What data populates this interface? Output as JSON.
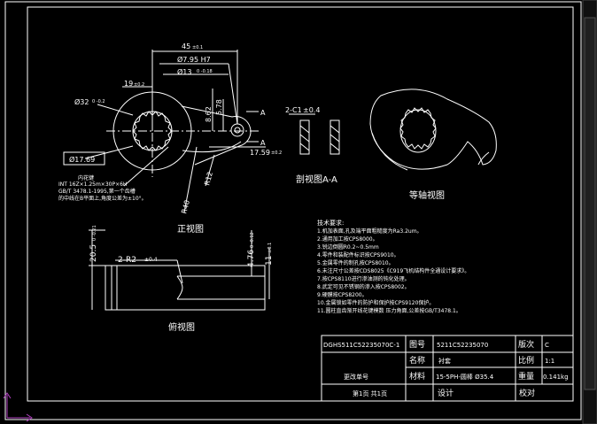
{
  "views": {
    "front": "正视图",
    "side": "俯视图",
    "section": "剖视图A-A",
    "iso": "等轴视图"
  },
  "dims": {
    "width_45": "45",
    "width_45_tol": "±0.1",
    "dia_795": "Ø7.95 H7",
    "dia_13": "Ø13",
    "dia_13_tol": "0 -0.18",
    "dim_19": "19",
    "dim_19_tol": "±0.2",
    "dia_32": "Ø32",
    "dia_32_tol": "0 -0.2",
    "dim_862": "8.62",
    "dim_578": "5.78",
    "dim_1759": "17.59",
    "dim_1759_tol": "±0.2",
    "dia_1769": "Ø17.69",
    "r40": "R40",
    "r12": "R12",
    "section_marker": "A",
    "chamfer": "2-C1",
    "chamfer_tol": "±0.4",
    "side_205": "20.5",
    "side_205_tol": "0 -0.21",
    "side_476": "4.76",
    "side_476_tol": "0 -0.12",
    "side_11": "11",
    "side_11_tol": "±0.1",
    "r2": "2-R2",
    "r2_tol": "±0.4"
  },
  "spline_note": [
    "内花键",
    "INT 16Z×1.25m×30P×6H",
    "GB/T 3478.1-1995,第一个齿槽",
    "的中线在B平面上,角度公差为±10°。"
  ],
  "tech_req": {
    "title": "技术要求:",
    "items": [
      "1.机加表面,孔及端平面粗糙度为Ra3.2um。",
      "2.通用加工按CPS8000。",
      "3.锐边倒圆R0.2~0.5mm",
      "4.零件和装配件标识按CPS9010。",
      "5.金属零件的制孔按CPS8010。",
      "6.未注尺寸公差按CDS8025《C919飞机结构件全通设计要求》。",
      "7.按CPS8110进行渗油测的钝化处理。",
      "8.武定可见不锈钢的渗入按CPS8002。",
      "9.硬膜按CPS8200。",
      "10.金属锁如零件的防护和保护按CPS9120保护。",
      "11.圆柱直齿渐开线花键模数 压力角面,公差按GB/T3478.1。"
    ]
  },
  "title_block": {
    "drawing_code": "DGHS511C52235070C-1",
    "label_tuhao": "图号",
    "tuhao": "5211C52235070",
    "label_banci": "版次",
    "banci": "C",
    "label_mingcheng": "名称",
    "mingcheng": "衬套",
    "label_bili": "比例",
    "bili": "1:1",
    "label_gaidan": "更改单号",
    "label_cailiao": "材料",
    "cailiao": "15-5PH-圆棒 Ø35.4",
    "label_zhongliang": "重量",
    "zhongliang": "0.141kg",
    "page": "第1页 共1页",
    "label_sheji": "设计",
    "label_jiaodui": "校对"
  },
  "colors": {
    "background": "#000000",
    "line": "#ffffff",
    "scrollbar": "#c0c0c0",
    "axis": "#b040c0"
  }
}
